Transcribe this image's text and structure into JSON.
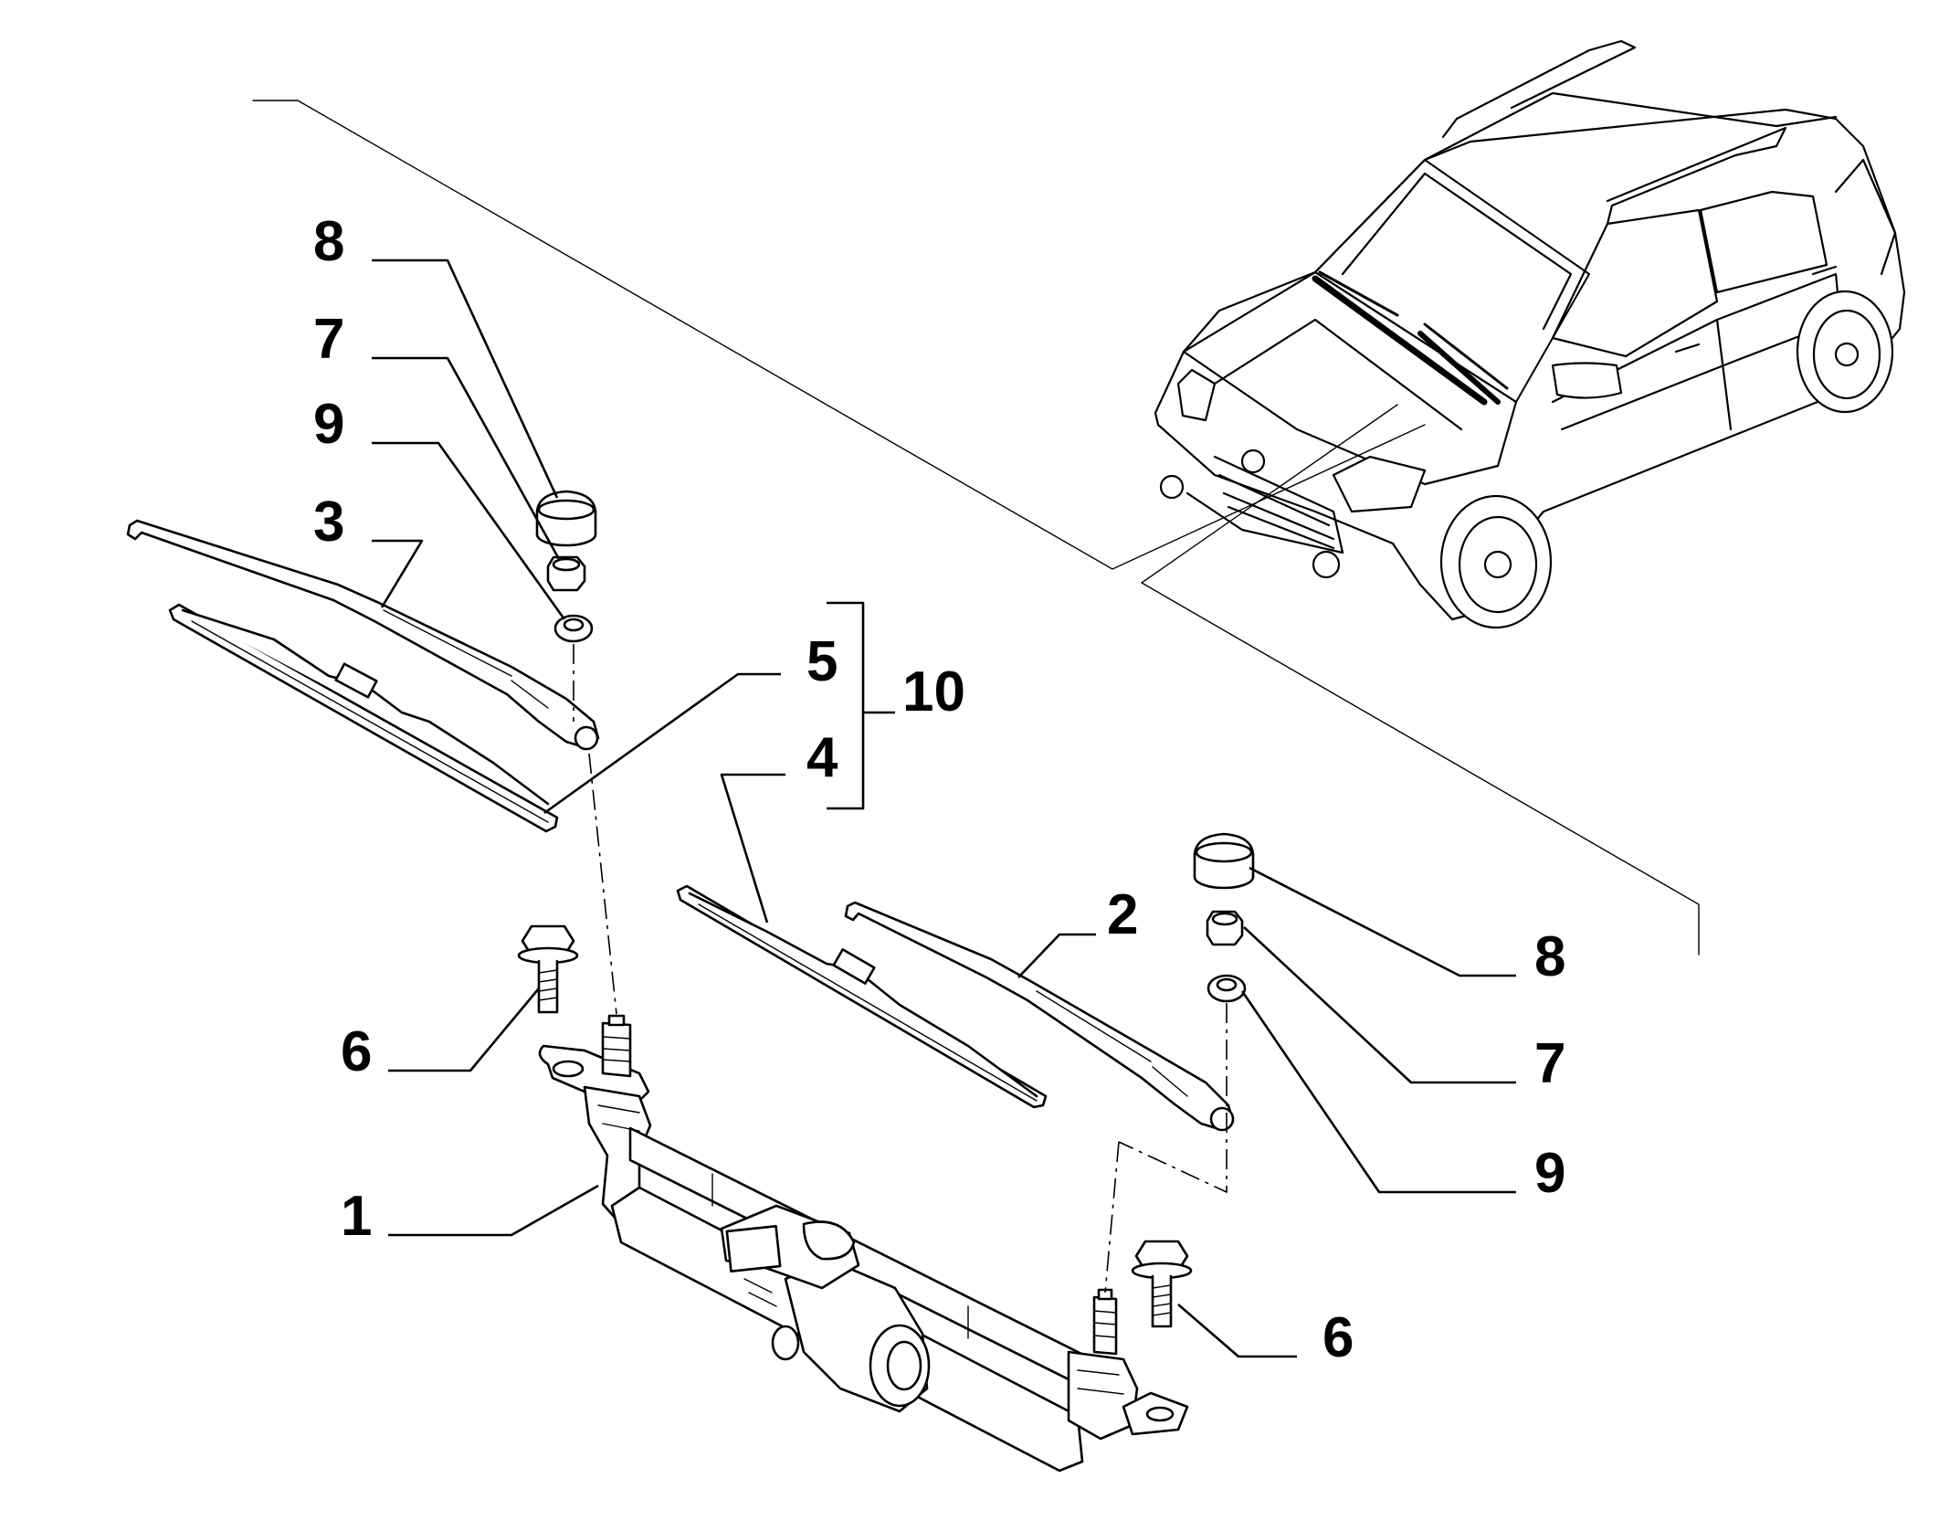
{
  "diagram": {
    "callouts": {
      "left_8": "8",
      "left_7": "7",
      "left_9": "9",
      "left_3": "3",
      "label_5": "5",
      "label_4": "4",
      "label_10": "10",
      "label_2": "2",
      "right_8": "8",
      "right_7": "7",
      "right_9": "9",
      "left_6": "6",
      "label_1": "1",
      "right_6": "6"
    },
    "colors": {
      "ink": "#000000",
      "background": "#ffffff"
    }
  }
}
